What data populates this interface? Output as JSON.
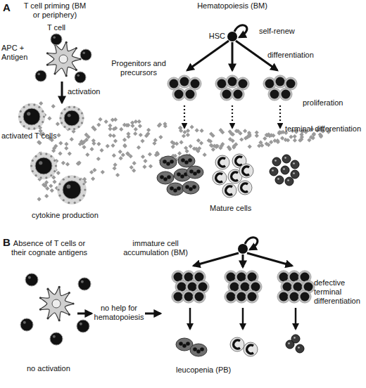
{
  "diagram": {
    "labels": [
      "A",
      "T cell priming (BM or periphery)",
      "Hematopoiesis (BM)",
      "T cell",
      "HSC",
      "self-renew",
      "APC + Antigen",
      "Progenitors and precursors",
      "differentiation",
      "activation",
      "proliferation",
      "terminal differentiation",
      "activated T cells",
      "Mature cells",
      "cytokine production",
      "B",
      "Absence of T cells or their cognate antigens",
      "immature cell accumulation (BM)",
      "no help for hematopoiesis",
      "defective terminal differentiation",
      "no activation",
      "leucopenia (PB)"
    ]
  }
}
